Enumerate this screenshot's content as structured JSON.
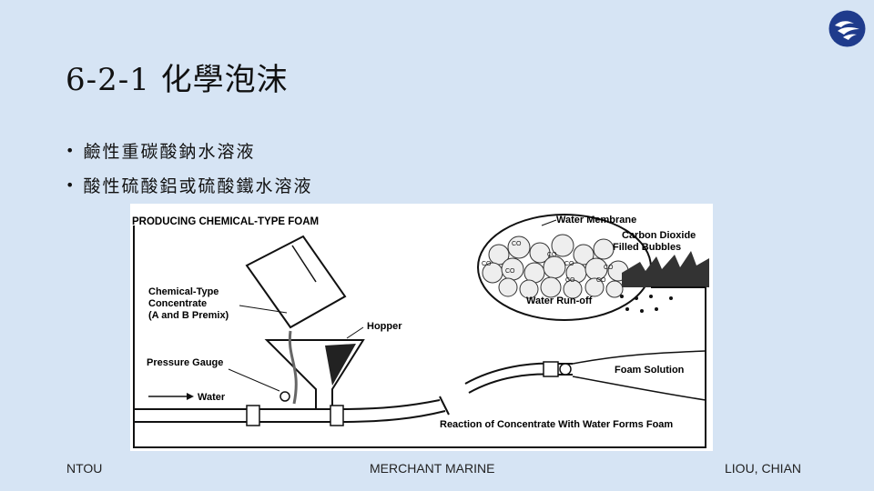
{
  "slide": {
    "title": "6-2-1 化學泡沫",
    "bullets": [
      "鹼性重碳酸鈉水溶液",
      "酸性硫酸鋁或硫酸鐵水溶液"
    ]
  },
  "figure": {
    "heading": "PRODUCING CHEMICAL-TYPE FOAM",
    "labels": {
      "water_membrane": "Water Membrane",
      "co2_line1": "Carbon Dioxide",
      "co2_line2": "Filled Bubbles",
      "water_runoff": "Water Run-off",
      "concentrate_line1": "Chemical-Type",
      "concentrate_line2": "Concentrate",
      "concentrate_line3": "(A and B Premix)",
      "hopper": "Hopper",
      "pressure_gauge": "Pressure Gauge",
      "water": "Water",
      "foam_solution": "Foam Solution",
      "reaction": "Reaction of Concentrate With Water Forms Foam"
    },
    "bubble_label": "CO"
  },
  "footer": {
    "left": "NTOU",
    "center": "MERCHANT MARINE",
    "right": "LIOU, CHIAN"
  },
  "colors": {
    "background": "#d6e4f4",
    "logo": "#1f3b8c"
  },
  "icons": [
    "ntou-logo-icon"
  ]
}
